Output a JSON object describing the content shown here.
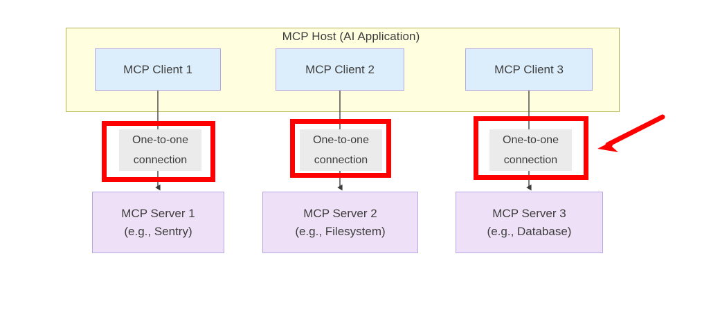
{
  "diagram": {
    "title": "MCP Host (AI Application)",
    "background_color": "#ffffff",
    "host": {
      "label": "MCP Host (AI Application)",
      "fill_color": "#ffffe0",
      "border_color": "#b5b34d"
    },
    "clients": [
      {
        "label": "MCP Client 1"
      },
      {
        "label": "MCP Client 2"
      },
      {
        "label": "MCP Client 3"
      }
    ],
    "client_style": {
      "fill_color": "#dceefb",
      "border_color": "#b3a7e6"
    },
    "connections": [
      {
        "label": "One-to-one\nconnection"
      },
      {
        "label": "One-to-one\nconnection"
      },
      {
        "label": "One-to-one\nconnection"
      }
    ],
    "connection_style": {
      "label_background": "#ebebeb",
      "line_color": "#595959"
    },
    "servers": [
      {
        "name": "MCP Server 1",
        "example": "(e.g., Sentry)"
      },
      {
        "name": "MCP Server 2",
        "example": "(e.g., Filesystem)"
      },
      {
        "name": "MCP Server 3",
        "example": "(e.g., Database)"
      }
    ],
    "server_style": {
      "fill_color": "#eee0f6",
      "border_color": "#b3a7e6"
    },
    "annotations": {
      "highlight_color": "#ff0000",
      "highlight_count": 3,
      "arrow_color": "#ff0000"
    }
  }
}
